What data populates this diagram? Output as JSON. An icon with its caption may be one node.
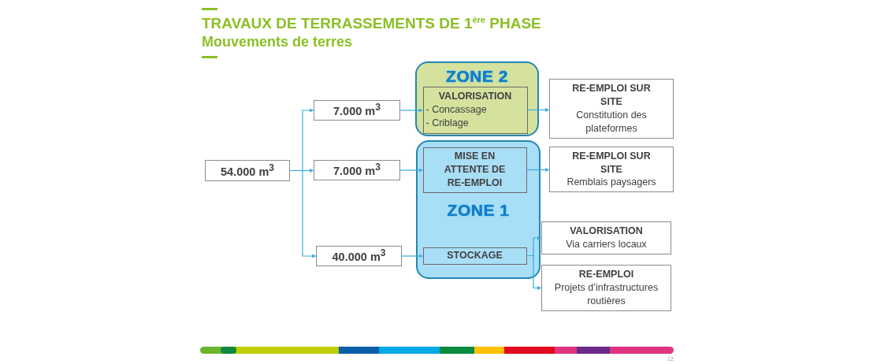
{
  "diagram": {
    "title": "TRAVAUX DE TERRASSEMENTS DE 1$^{ère}$ PHASE",
    "nodes": [
      {
        "text": [
          "54.000 m$^{3}$"
        ]
      },
      {
        "text": [
          "7.000 m$^{3}$"
        ]
      },
      {
        "text": [
          "7.000 m$^{3}$"
        ]
      },
      {
        "text": [
          "40.000 m$^{3}$"
        ]
      },
      {
        "text": [
          "ZONE 2"
        ]
      },
      {
        "text": [
          "VALORISATION",
          "- Concassage",
          "- Criblage"
        ],
        "in": 4
      },
      {
        "text": [
          "ZONE 1"
        ]
      },
      {
        "text": [
          "MISE EN ATTENTE DE RE-EMPLOI"
        ],
        "in": 6
      },
      {
        "text": [
          "STOCKAGE"
        ],
        "in": 6
      },
      {
        "text": [
          "RE-EMPLOI SUR SITE",
          "Constitution des plateformes"
        ]
      },
      {
        "text": [
          "RE-EMPLOI SUR SITE",
          "Remblais paysagers"
        ]
      },
      {
        "text": [
          "VALORISATION",
          "Via carriers locaux"
        ]
      },
      {
        "text": [
          "RE-EMPLOI",
          "Projets d’infrastructures routières"
        ]
      }
    ],
    "edges": [
      {
        "from": 0,
        "to": 1,
        "arrow": "to"
      },
      {
        "from": 0,
        "to": 2,
        "arrow": "to"
      },
      {
        "from": 0,
        "to": 3,
        "arrow": "to"
      },
      {
        "from": 1,
        "to": 5,
        "arrow": "to"
      },
      {
        "from": 2,
        "to": 7,
        "arrow": "to"
      },
      {
        "from": 3,
        "to": 8,
        "arrow": "to"
      },
      {
        "from": 5,
        "to": 9,
        "arrow": "to"
      },
      {
        "from": 7,
        "to": 10,
        "arrow": "to"
      },
      {
        "from": 8,
        "to": 11,
        "arrow": "to"
      },
      {
        "from": 8,
        "to": 12,
        "arrow": "to"
      }
    ],
    "labels": [
      "Mouvements de terres",
      "12"
    ]
  }
}
